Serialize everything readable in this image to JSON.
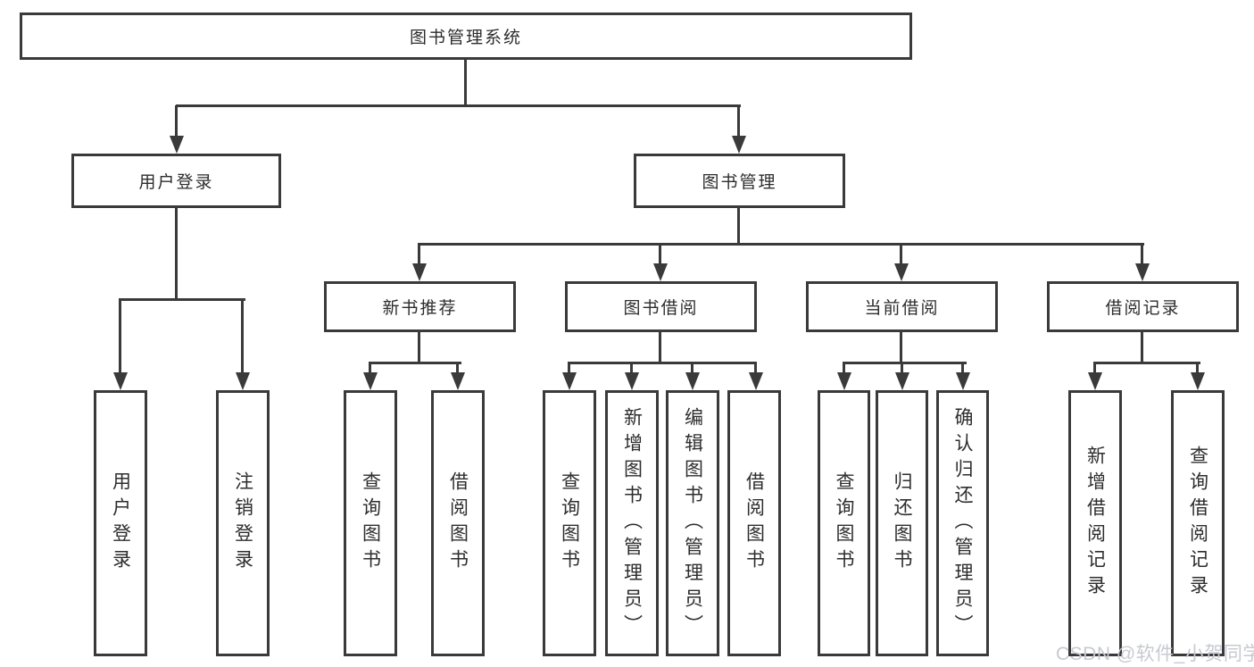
{
  "nodes": {
    "root": "图书管理系统",
    "user_login": "用户登录",
    "book_mgmt": "图书管理",
    "new_book_rec": "新书推荐",
    "book_borrow": "图书借阅",
    "current_borrow": "当前借阅",
    "borrow_records": "借阅记录"
  },
  "leaves": {
    "user_login": [
      "用户登录",
      "注销登录"
    ],
    "new_book_rec": [
      "查询图书",
      "借阅图书"
    ],
    "book_borrow": [
      "查询图书",
      "新增图书（管理员）",
      "编辑图书（管理员）",
      "借阅图书"
    ],
    "current_borrow": [
      "查询图书",
      "归还图书",
      "确认归还（管理员）"
    ],
    "borrow_records": [
      "新增借阅记录",
      "查询借阅记录"
    ]
  },
  "watermark": "CSDN @软件_小贺同学",
  "colors": {
    "line": "#3a3a3a",
    "text": "#2d2d2d",
    "background": "#ffffff",
    "watermark": "#c7cad1"
  }
}
